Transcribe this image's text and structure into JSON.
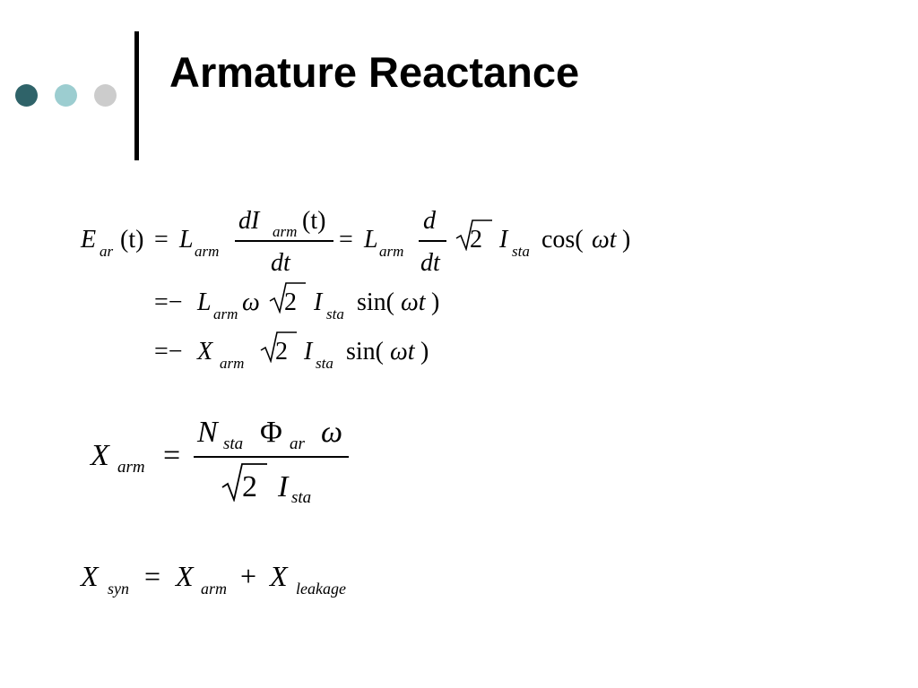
{
  "slide": {
    "title": "Armature Reactance",
    "bullet_colors": [
      "#2f6369",
      "#9ccdd0",
      "#cccccc"
    ]
  },
  "equation1": {
    "E": "E",
    "E_sub": "ar",
    "t_arg": "(t)",
    "eq1": "=",
    "L1": "L",
    "L1_sub": "arm",
    "frac1_num_d": "dI",
    "frac1_num_sub": "arm",
    "frac1_num_arg": "(t)",
    "frac1_den": "dt",
    "eq2": "=",
    "L2": "L",
    "L2_sub": "arm",
    "frac2_num": "d",
    "frac2_den": "dt",
    "two": "2",
    "I": "I",
    "I_sub": "sta",
    "cos": "cos(",
    "omega_t": "ωt",
    "close": ")"
  },
  "equation2": {
    "eq": "=−",
    "L": "L",
    "L_sub": "arm",
    "omega": "ω",
    "two": "2",
    "I": "I",
    "I_sub": "sta",
    "sin": "sin(",
    "omega_t": "ωt",
    "close": ")"
  },
  "equation3": {
    "eq": "=−",
    "X": "X",
    "X_sub": "arm",
    "two": "2",
    "I": "I",
    "I_sub": "sta",
    "sin": "sin(",
    "omega_t": "ωt",
    "close": ")"
  },
  "equation4": {
    "X": "X",
    "X_sub": "arm",
    "eq": "=",
    "num_N": "N",
    "num_N_sub": "sta",
    "num_Phi": "Φ",
    "num_Phi_sub": "ar",
    "num_omega": "ω",
    "den_two": "2",
    "den_I": "I",
    "den_I_sub": "sta"
  },
  "equation5": {
    "X1": "X",
    "X1_sub": "syn",
    "eq": "=",
    "X2": "X",
    "X2_sub": "arm",
    "plus": "+",
    "X3": "X",
    "X3_sub": "leakage"
  }
}
